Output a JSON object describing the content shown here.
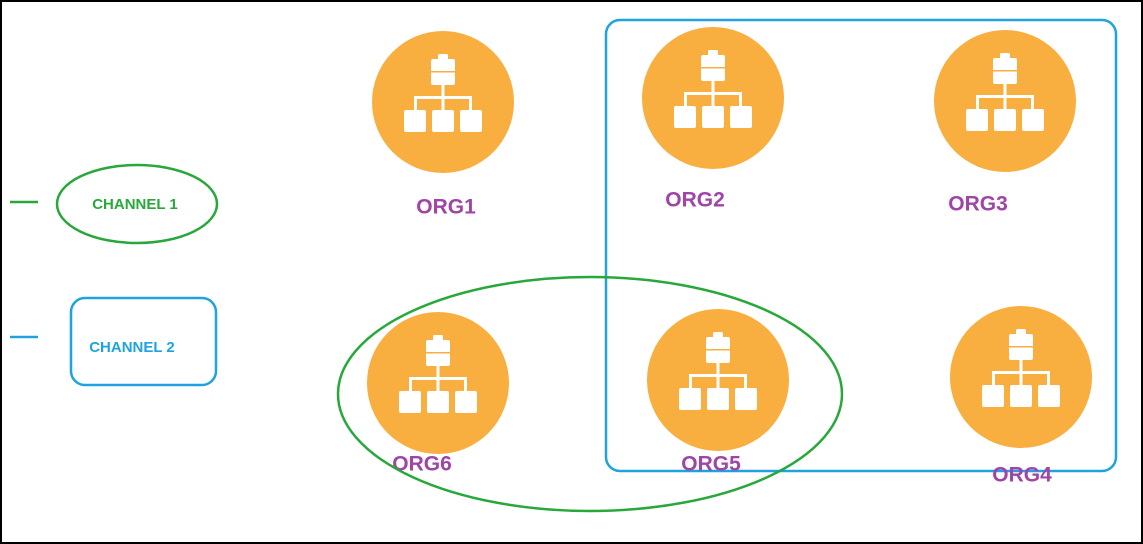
{
  "colors": {
    "org_fill": "#F9AE40",
    "icon": "#FFFFFF",
    "org_label": "#A045A8",
    "channel1": "#28A83A",
    "channel2": "#1EA3E0",
    "frame": "#000000"
  },
  "legend": {
    "channel1": {
      "label": "CHANNEL 1",
      "shape": "ellipse"
    },
    "channel2": {
      "label": "CHANNEL 2",
      "shape": "rounded-rectangle"
    }
  },
  "orgs": [
    {
      "id": "org1",
      "label": "ORG1",
      "icon": "org-chart-icon"
    },
    {
      "id": "org2",
      "label": "ORG2",
      "icon": "org-chart-icon"
    },
    {
      "id": "org3",
      "label": "ORG3",
      "icon": "org-chart-icon"
    },
    {
      "id": "org4",
      "label": "ORG4",
      "icon": "org-chart-icon"
    },
    {
      "id": "org5",
      "label": "ORG5",
      "icon": "org-chart-icon"
    },
    {
      "id": "org6",
      "label": "ORG6",
      "icon": "org-chart-icon"
    }
  ],
  "channels": [
    {
      "id": "channel1",
      "shape": "ellipse",
      "members": [
        "ORG5",
        "ORG6"
      ]
    },
    {
      "id": "channel2",
      "shape": "rounded-rectangle",
      "members": [
        "ORG2",
        "ORG3",
        "ORG4",
        "ORG5"
      ]
    }
  ]
}
